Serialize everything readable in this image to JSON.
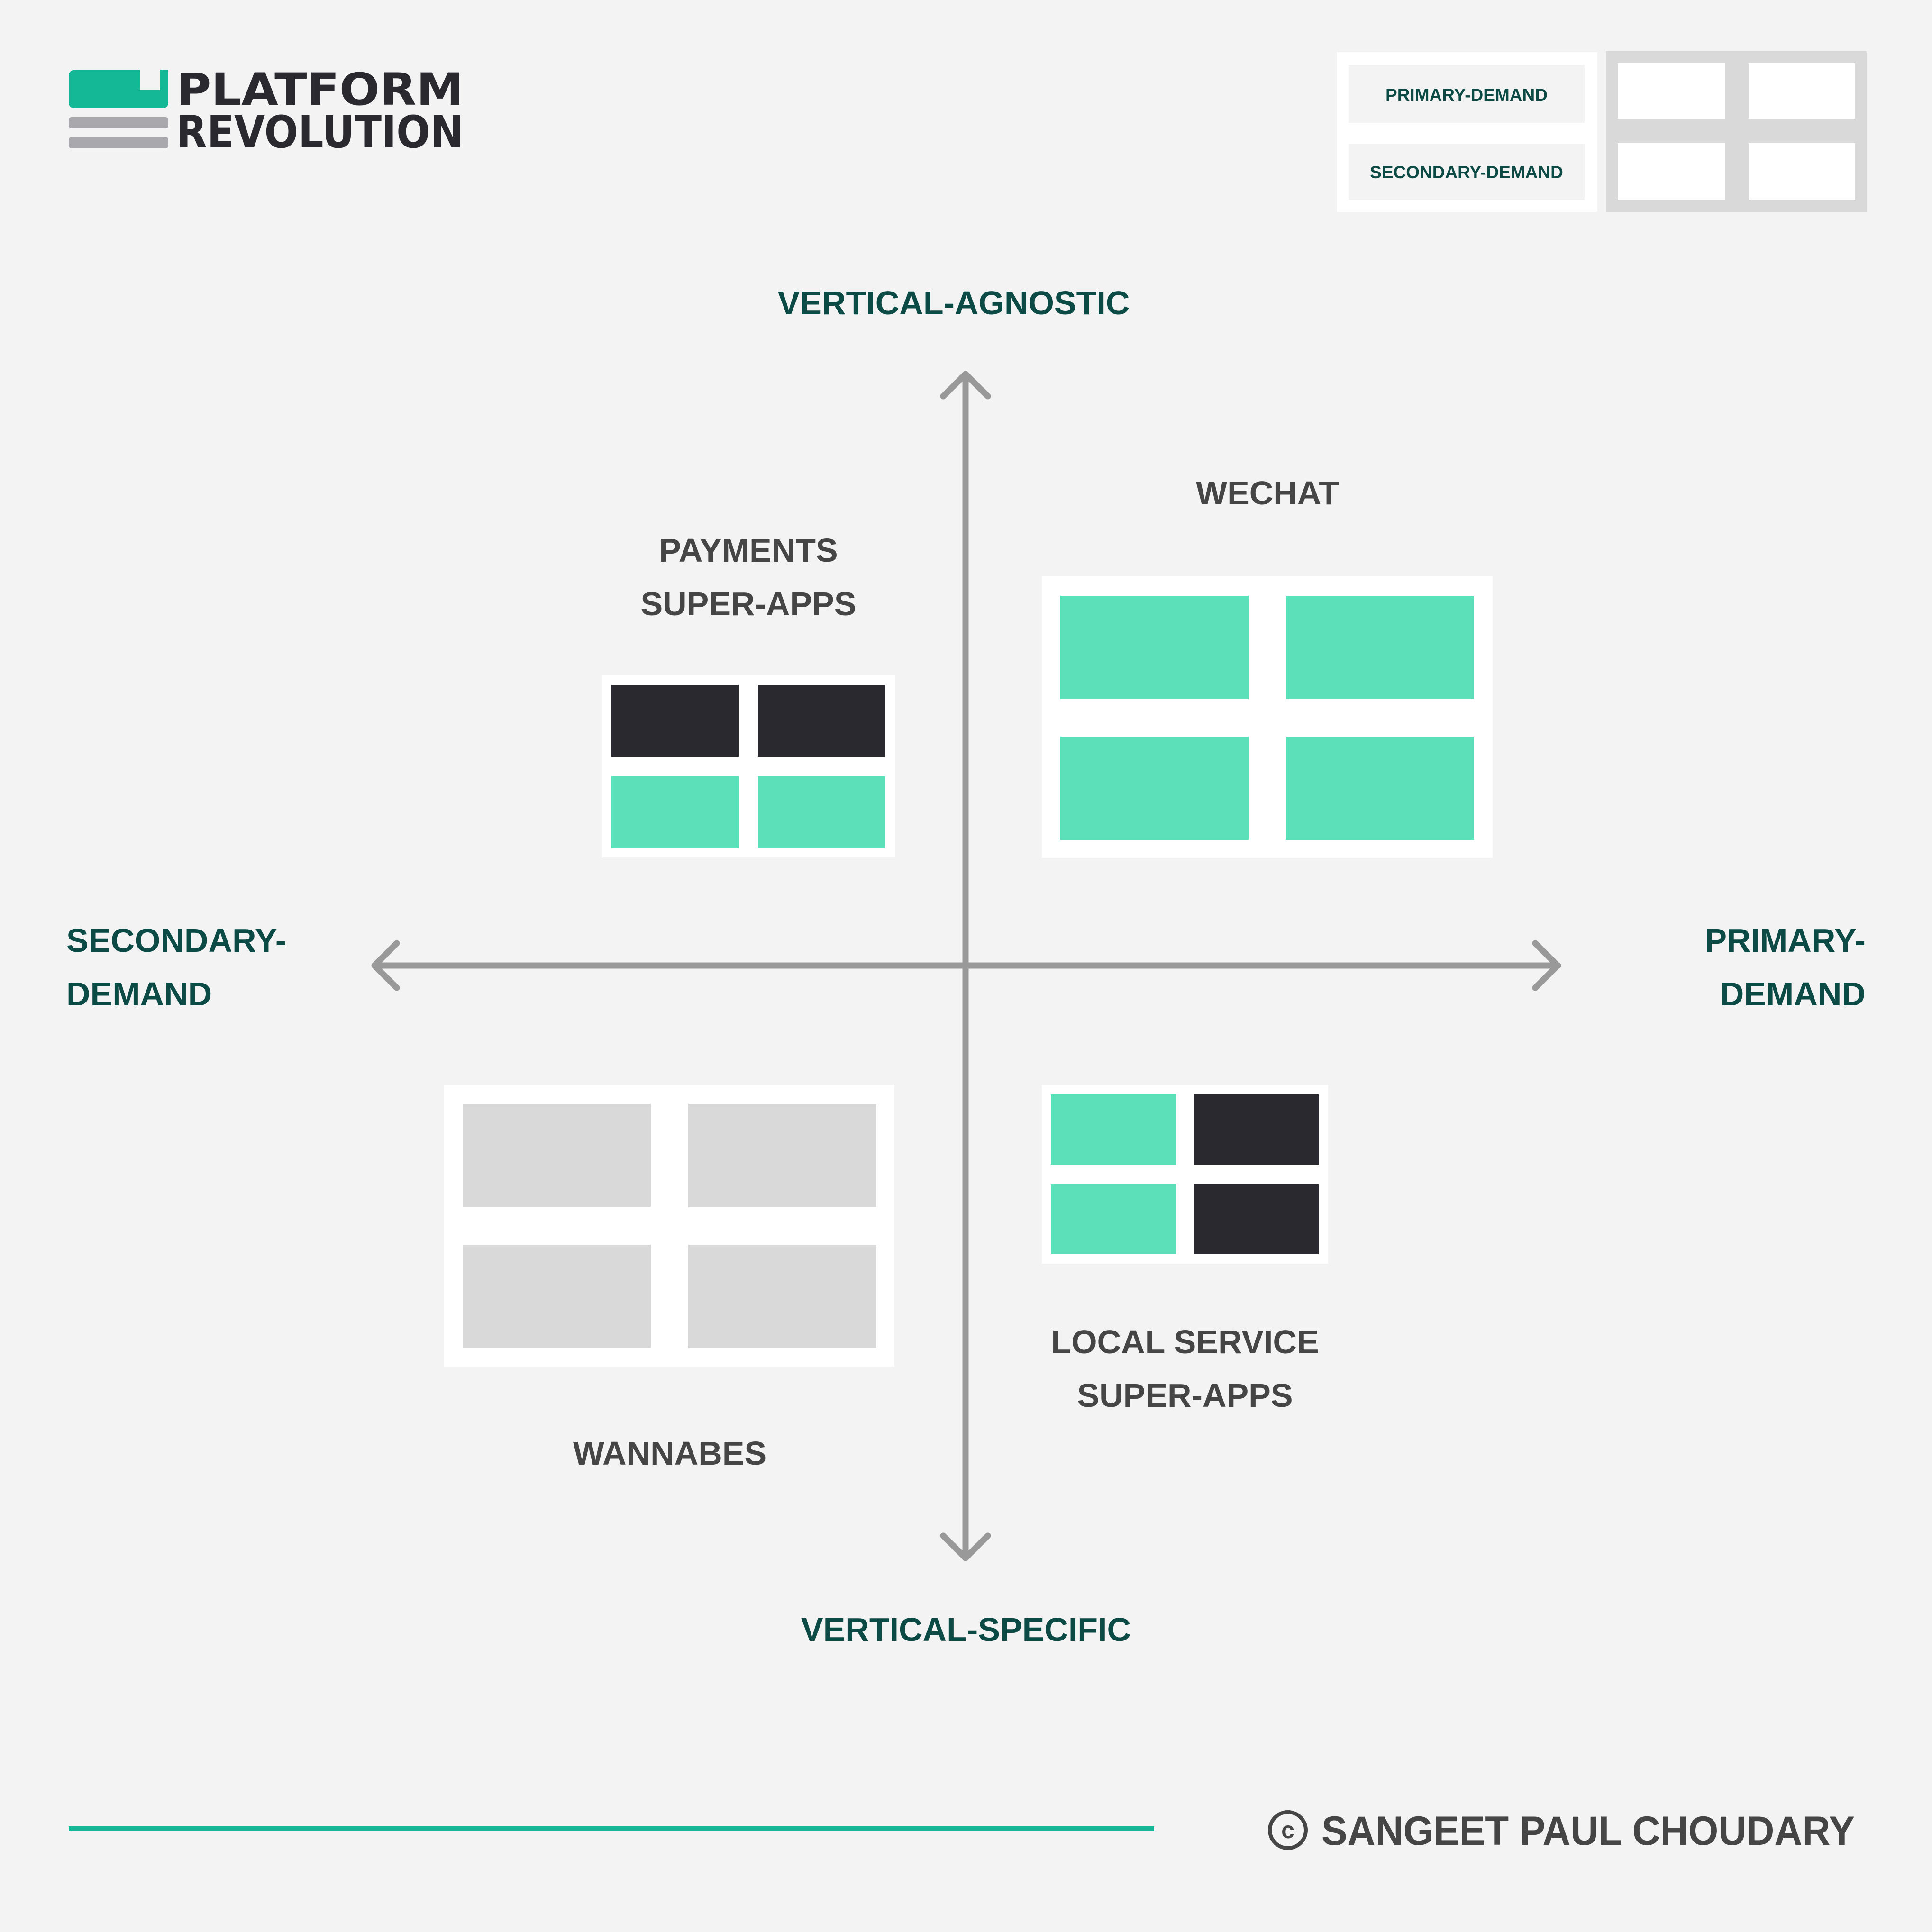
{
  "logo": {
    "line1": "PLATFORM",
    "line2": "REVOLUTION"
  },
  "legend": {
    "primary": "PRIMARY-DEMAND",
    "secondary": "SECONDARY-DEMAND"
  },
  "axes": {
    "top": "VERTICAL-AGNOSTIC",
    "bottom": "VERTICAL-SPECIFIC",
    "left_line1": "SECONDARY-",
    "left_line2": "DEMAND",
    "right_line1": "PRIMARY-",
    "right_line2": "DEMAND"
  },
  "quadrants": {
    "top_left": {
      "line1": "PAYMENTS",
      "line2": "SUPER-APPS"
    },
    "top_right": {
      "line1": "WECHAT"
    },
    "bottom_left": {
      "line1": "WANNABES"
    },
    "bottom_right": {
      "line1": "LOCAL SERVICE",
      "line2": "SUPER-APPS"
    }
  },
  "footer": {
    "copyright_symbol": "c",
    "author": "SANGEET PAUL CHOUDARY"
  },
  "colors": {
    "background": "#f3f3f3",
    "teal": "#5ce0b9",
    "dark": "#2a292f",
    "grey": "#d9d9d9",
    "axis": "#999999",
    "accent": "#14b896",
    "label_teal": "#0c4a46"
  }
}
